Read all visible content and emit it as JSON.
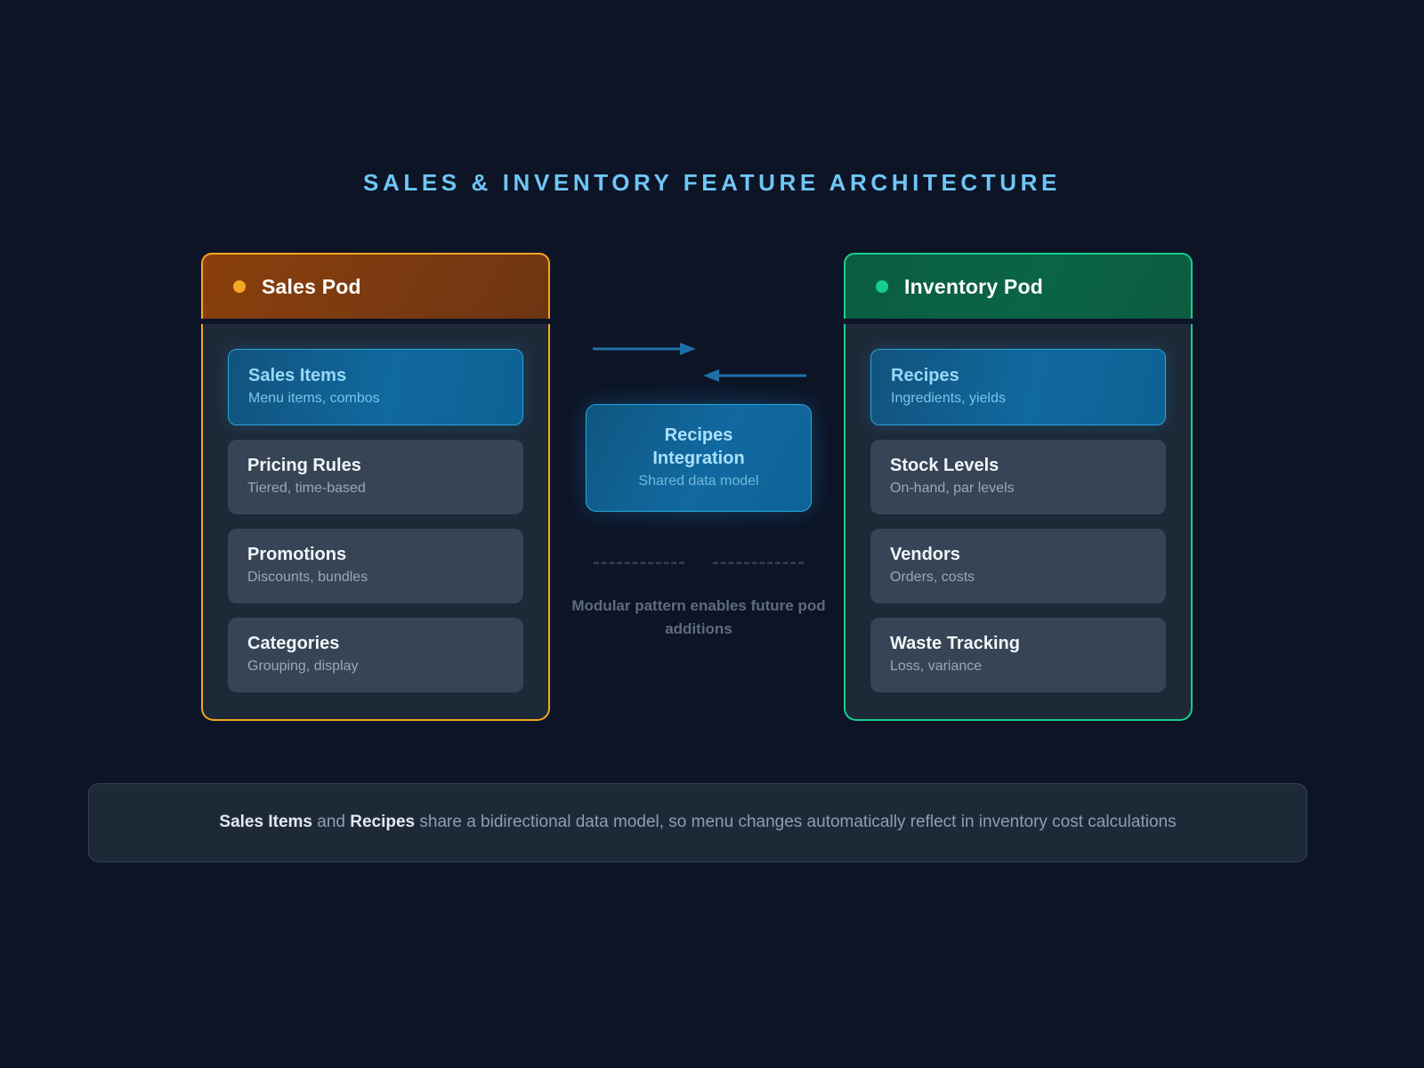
{
  "title": "Sales & Inventory Feature Architecture",
  "colors": {
    "background": "#0d1426",
    "title_accent": "#6ec6f5",
    "sales_accent": "#f5a623",
    "inventory_accent": "#15cf8f",
    "highlight_blue": "#2da2d8",
    "card_bg": "#374455",
    "pod_body_bg": "#1e2937"
  },
  "pods": [
    {
      "id": "sales",
      "name": "Sales Pod",
      "dot_icon": "status-dot-icon",
      "cards": [
        {
          "title": "Sales Items",
          "sub": "Menu items, combos",
          "highlight": true
        },
        {
          "title": "Pricing Rules",
          "sub": "Tiered, time-based",
          "highlight": false
        },
        {
          "title": "Promotions",
          "sub": "Discounts, bundles",
          "highlight": false
        },
        {
          "title": "Categories",
          "sub": "Grouping, display",
          "highlight": false
        }
      ]
    },
    {
      "id": "inventory",
      "name": "Inventory Pod",
      "dot_icon": "status-dot-icon",
      "cards": [
        {
          "title": "Recipes",
          "sub": "Ingredients, yields",
          "highlight": true
        },
        {
          "title": "Stock Levels",
          "sub": "On-hand, par levels",
          "highlight": false
        },
        {
          "title": "Vendors",
          "sub": "Orders, costs",
          "highlight": false
        },
        {
          "title": "Waste Tracking",
          "sub": "Loss, variance",
          "highlight": false
        }
      ]
    }
  ],
  "center": {
    "arrow_right_icon": "arrow-right-icon",
    "arrow_left_icon": "arrow-left-icon",
    "integration": {
      "title_line1": "Recipes",
      "title_line2": "Integration",
      "sub": "Shared data model"
    },
    "note": "Modular pattern enables future pod additions"
  },
  "footer": {
    "bold1": "Sales Items",
    "mid": " and ",
    "bold2": "Recipes",
    "rest": " share a bidirectional data model, so menu changes automatically reflect in inventory cost calculations"
  }
}
